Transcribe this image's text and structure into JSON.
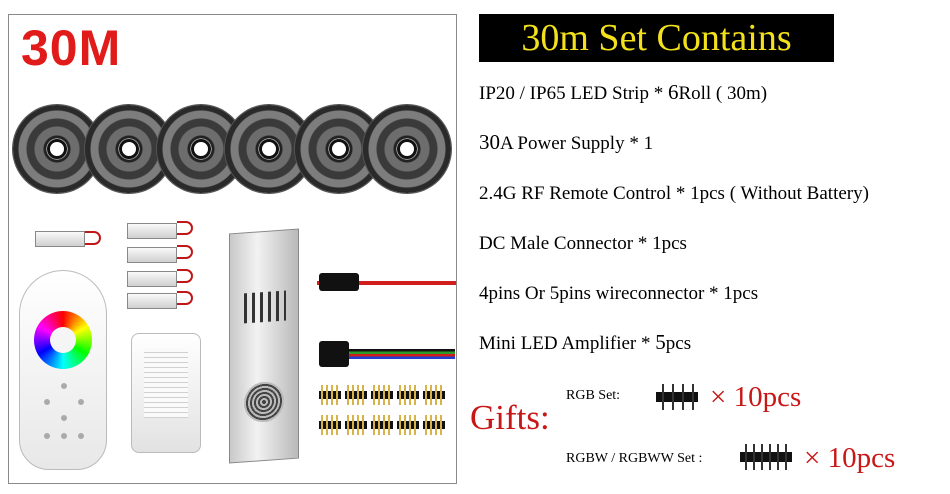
{
  "photo": {
    "label": "30M",
    "label_color": "#e11a1a"
  },
  "contents": {
    "title": "30m Set Contains",
    "title_bg": "#000000",
    "title_color": "#f3e21b",
    "items": [
      {
        "text": "IP20 / IP65 LED Strip * ",
        "qty": "6",
        "rest": "Roll ( 30m)"
      },
      {
        "text": "",
        "qty": "30",
        "rest": "A Power Supply * 1"
      },
      {
        "text": "2.4G RF Remote Control * 1pcs ( Without Battery)",
        "qty": "",
        "rest": ""
      },
      {
        "text": "DC Male Connector * 1pcs",
        "qty": "",
        "rest": ""
      },
      {
        "text": "4pins Or 5pins wireconnector * 1pcs",
        "qty": "",
        "rest": ""
      },
      {
        "text": "Mini LED Amplifier * ",
        "qty": "5",
        "rest": "pcs"
      }
    ]
  },
  "gifts": {
    "label": "Gifts:",
    "label_color": "#c81717",
    "rows": [
      {
        "label": "RGB Set:",
        "qty": "× 10pcs",
        "pins": 4
      },
      {
        "label": "RGBW / RGBWW Set :",
        "qty": "× 10pcs",
        "pins": 6
      }
    ]
  }
}
